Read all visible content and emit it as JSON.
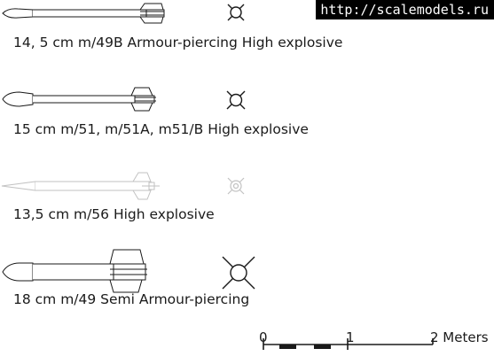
{
  "watermark": "http://scalemodels.ru",
  "rockets": [
    {
      "caption": "14, 5 cm  m/49B Armour-piercing High explosive"
    },
    {
      "caption": "15 cm  m/51, m/51A, m51/B High explosive"
    },
    {
      "caption": "13,5 cm  m/56 High explosive"
    },
    {
      "caption": "18 cm  m/49 Semi Armour-piercing"
    }
  ],
  "scale_bar": {
    "labels": [
      "0",
      "1",
      "2 Meters"
    ]
  }
}
